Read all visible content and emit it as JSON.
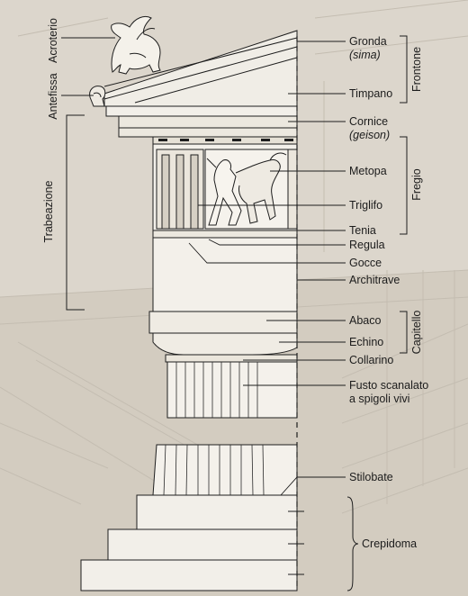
{
  "labels": {
    "gronda": "Gronda",
    "sima": "(sima)",
    "timpano": "Timpano",
    "cornice": "Cornice",
    "geison": "(geison)",
    "metopa": "Metopa",
    "triglifo": "Triglifo",
    "tenia": "Tenia",
    "regula": "Regula",
    "gocce": "Gocce",
    "architrave": "Architrave",
    "abaco": "Abaco",
    "echino": "Echino",
    "collarino": "Collarino",
    "fusto_1": "Fusto scanalato",
    "fusto_2": "a spigoli vivi",
    "stilobate": "Stilobate",
    "crepidoma": "Crepidoma"
  },
  "vertical_labels": {
    "acroterio": "Acroterio",
    "antefissa": "Antefissa",
    "trabeazione": "Trabeazione",
    "frontone": "Frontone",
    "fregio": "Fregio",
    "capitello": "Capitello"
  }
}
